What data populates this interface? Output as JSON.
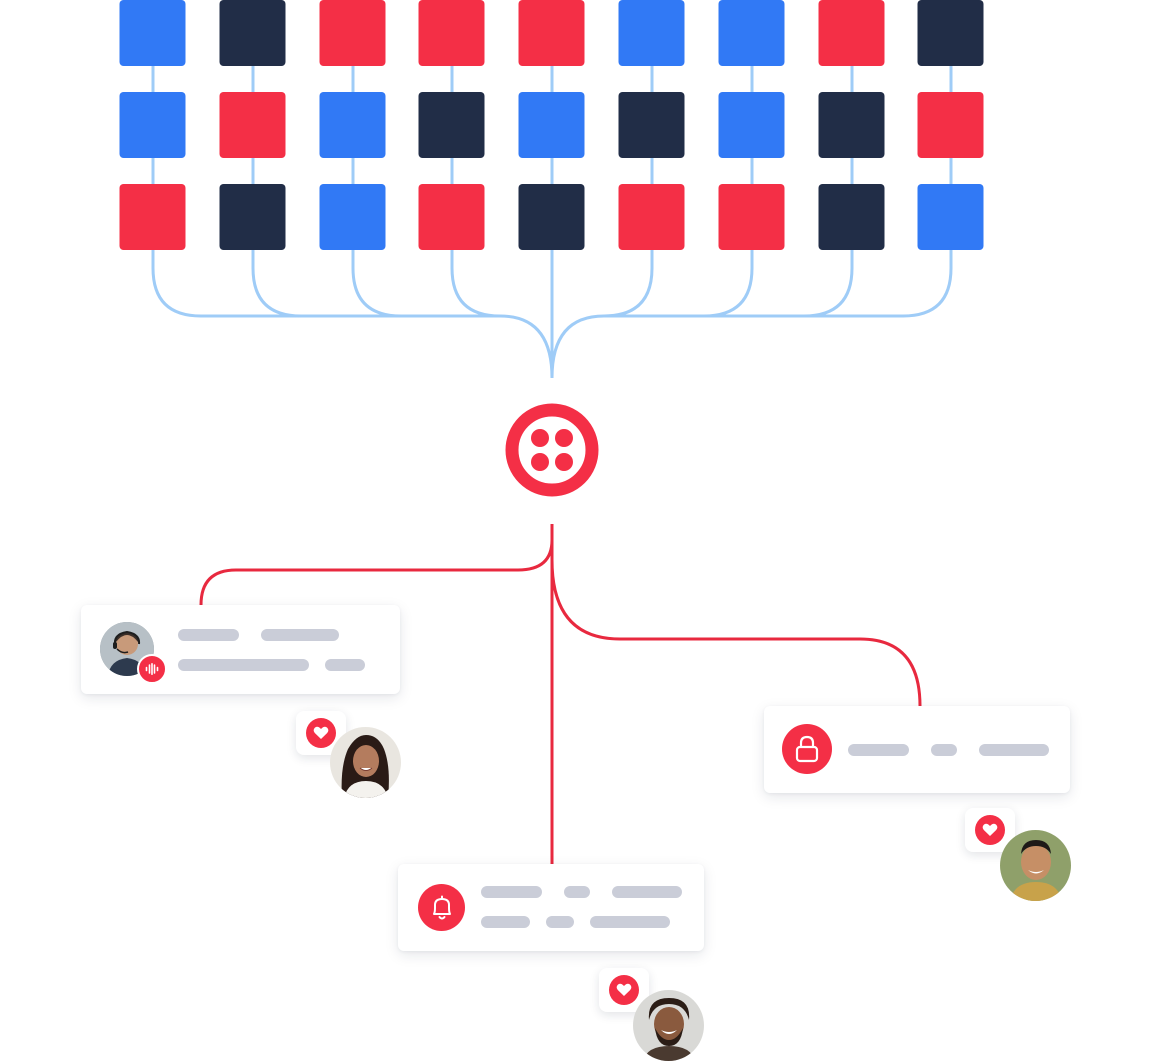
{
  "colors": {
    "blue": "#3179F5",
    "navy": "#212D47",
    "red": "#F42F46",
    "connector_blue": "#9FCCF7",
    "connector_red": "#E8293F",
    "placeholder_bar": "#CACDD8"
  },
  "grid": {
    "columns": [
      [
        "blue",
        "blue",
        "red"
      ],
      [
        "navy",
        "red",
        "navy"
      ],
      [
        "red",
        "blue",
        "blue"
      ],
      [
        "red",
        "navy",
        "red"
      ],
      [
        "red",
        "blue",
        "navy"
      ],
      [
        "blue",
        "navy",
        "red"
      ],
      [
        "blue",
        "blue",
        "red"
      ],
      [
        "red",
        "navy",
        "navy"
      ],
      [
        "navy",
        "red",
        "blue"
      ]
    ]
  },
  "hub": {
    "icon": "twilio-logo-icon"
  },
  "cards": [
    {
      "id": "voice-card",
      "icon": "voice-agent-avatar",
      "badge_icon": "sound-wave-icon"
    },
    {
      "id": "security-card",
      "icon": "lock-icon"
    },
    {
      "id": "notification-card",
      "icon": "bell-icon"
    }
  ],
  "reactions": [
    {
      "id": "reaction-left",
      "icon": "heart-icon",
      "avatar": "woman-avatar"
    },
    {
      "id": "reaction-right",
      "icon": "heart-icon",
      "avatar": "man-avatar"
    },
    {
      "id": "reaction-bottom",
      "icon": "heart-icon",
      "avatar": "bearded-man-avatar"
    }
  ]
}
